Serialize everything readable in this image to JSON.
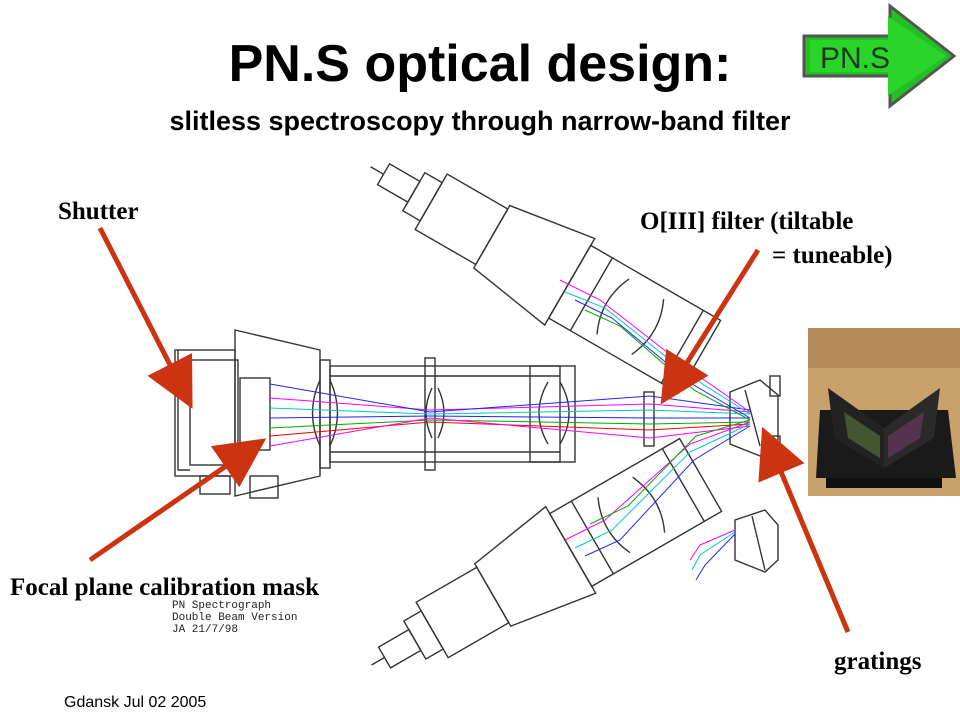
{
  "header": {
    "title": "PN.S optical design:",
    "subtitle": "slitless spectroscopy through narrow-band filter"
  },
  "logo": {
    "text": "PN.S",
    "color": "#22b422"
  },
  "labels": {
    "shutter": "Shutter",
    "filter_line1": "O[III]  filter (tiltable",
    "filter_line2": "= tuneable)",
    "mask": "Focal plane calibration mask",
    "gratings": "gratings"
  },
  "drawing_caption": {
    "line1": "PN Spectrograph",
    "line2": "Double Beam Version",
    "line3": "JA 21/7/98"
  },
  "footer": {
    "text": "Gdansk Jul 02 2005"
  },
  "colors": {
    "arrow": "#cc3311",
    "rays": [
      "#ff00ff",
      "#00c8c8",
      "#2222ff",
      "#00aa00",
      "#ff0000"
    ]
  }
}
